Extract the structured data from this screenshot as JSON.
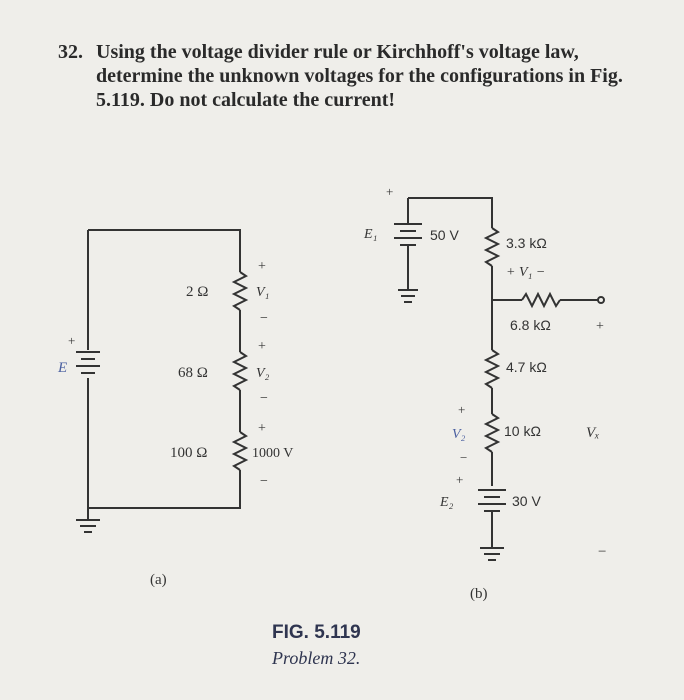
{
  "problem": {
    "number": "32.",
    "text": "Using the voltage divider rule or Kirchhoff's voltage law, determine the unknown voltages for the configurations in Fig. 5.119. Do not calculate the current!"
  },
  "circuit_a": {
    "label": "(a)",
    "source": "E",
    "r1": "2 Ω",
    "v1": "V₁",
    "r2": "68 Ω",
    "v2": "V₂",
    "r3": "100 Ω",
    "v3": "1000 V"
  },
  "circuit_b": {
    "label": "(b)",
    "e1": "E₁",
    "e1_value": "50 V",
    "r_a": "3.3 kΩ",
    "v1": "+ V₁ −",
    "r_b": "6.8 kΩ",
    "r_c": "4.7 kΩ",
    "r_d": "10 kΩ",
    "v2": "V₂",
    "vx": "Vₓ",
    "e2": "E₂",
    "e2_value": "30 V"
  },
  "caption": {
    "figure": "FIG. 5.119",
    "problem": "Problem 32."
  }
}
